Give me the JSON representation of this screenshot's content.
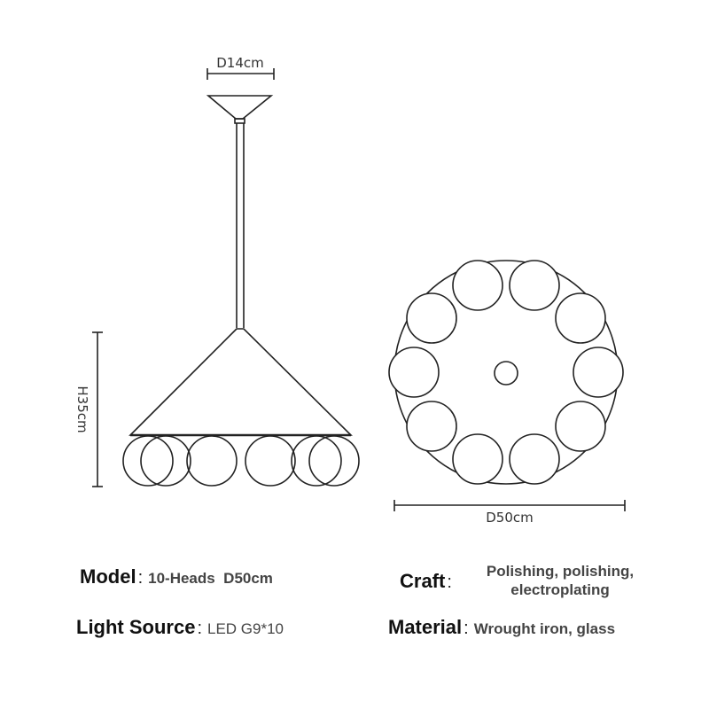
{
  "diagram": {
    "side_view": {
      "canopy_diameter_label": "D14cm",
      "height_label": "H35cm"
    },
    "top_view": {
      "diameter_label": "D50cm",
      "globe_count": 10
    }
  },
  "specs": {
    "model": {
      "label": "Model",
      "colon": ":",
      "value": "10-Heads  D50cm"
    },
    "craft": {
      "label": "Craft",
      "colon": ":",
      "value_line1": "Polishing, polishing,",
      "value_line2": "electroplating"
    },
    "light_source": {
      "label": "Light Source",
      "colon": ":",
      "value": "LED G9*10"
    },
    "material": {
      "label": "Material",
      "colon": ":",
      "value": "Wrought iron, glass"
    }
  }
}
